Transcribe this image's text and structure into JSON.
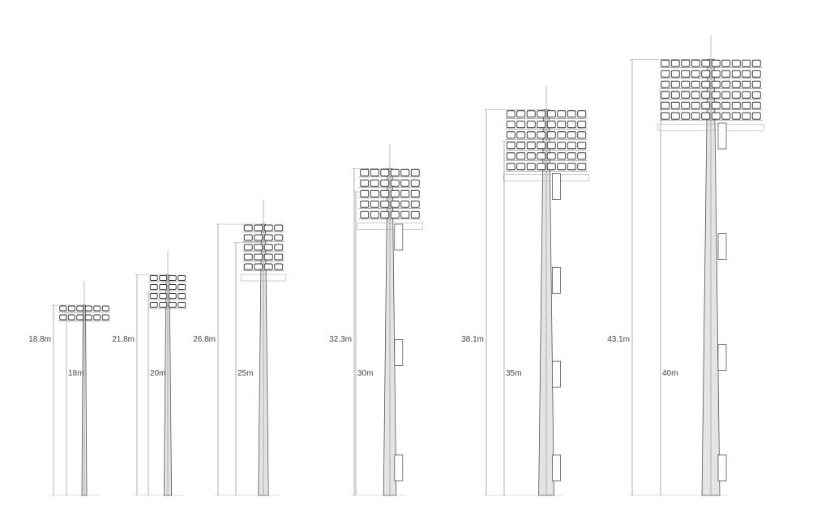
{
  "diagram": {
    "units": "m",
    "poles": [
      {
        "total_height_label": "18.8m",
        "pole_height_label": "18m",
        "total_height": 18.8,
        "pole_height": 18,
        "lamp_rows": 2,
        "lamp_cols": 6
      },
      {
        "total_height_label": "21.8m",
        "pole_height_label": "20m",
        "total_height": 21.8,
        "pole_height": 20,
        "lamp_rows": 4,
        "lamp_cols": 4
      },
      {
        "total_height_label": "26.8m",
        "pole_height_label": "25m",
        "total_height": 26.8,
        "pole_height": 25,
        "lamp_rows": 5,
        "lamp_cols": 4
      },
      {
        "total_height_label": "32.3m",
        "pole_height_label": "30m",
        "total_height": 32.3,
        "pole_height": 30,
        "lamp_rows": 5,
        "lamp_cols": 6
      },
      {
        "total_height_label": "38.1m",
        "pole_height_label": "35m",
        "total_height": 38.1,
        "pole_height": 35,
        "lamp_rows": 6,
        "lamp_cols": 8
      },
      {
        "total_height_label": "43.1m",
        "pole_height_label": "40m",
        "total_height": 43.1,
        "pole_height": 40,
        "lamp_rows": 6,
        "lamp_cols": 10
      }
    ],
    "line_color": "#555555",
    "dimension_color": "#999999"
  }
}
